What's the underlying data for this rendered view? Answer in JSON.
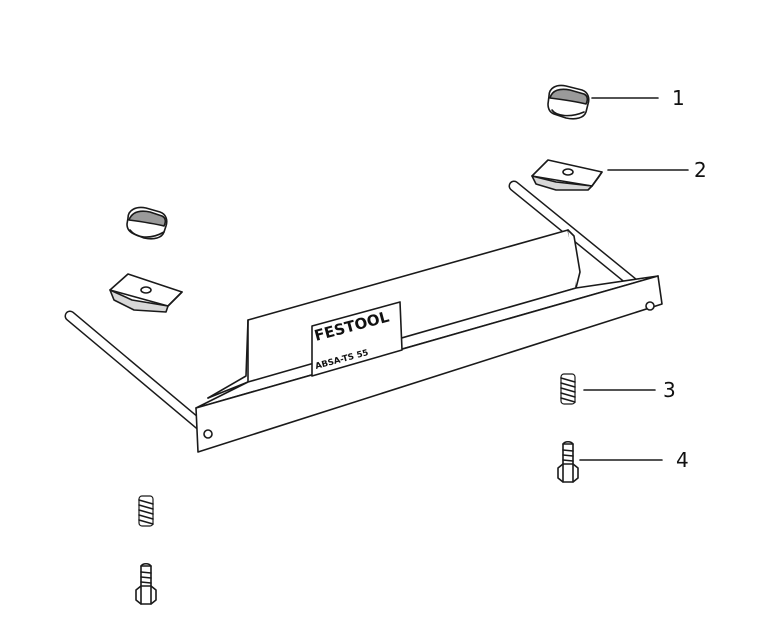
{
  "callouts": [
    {
      "number": "1"
    },
    {
      "number": "2"
    },
    {
      "number": "3"
    },
    {
      "number": "4"
    }
  ],
  "plate": {
    "brand": "FESTOOL",
    "model": "ABSA-TS 55"
  }
}
